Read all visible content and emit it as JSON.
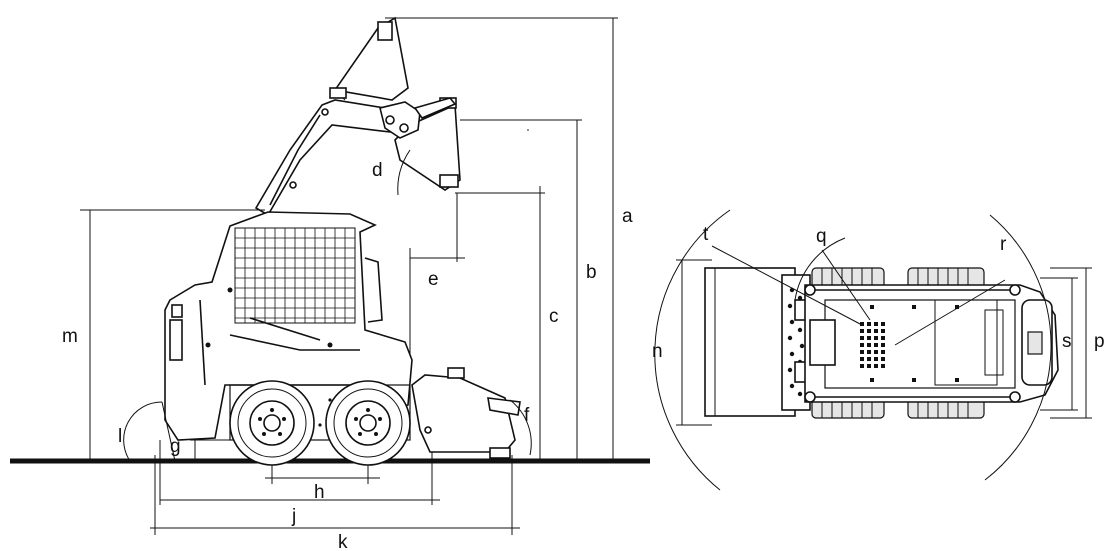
{
  "dimension_labels": {
    "a": "a",
    "b": "b",
    "c": "c",
    "d": "d",
    "e": "e",
    "f": "f",
    "g": "g",
    "h": "h",
    "j": "j",
    "k": "k",
    "l": "l",
    "m": "m",
    "n": "n",
    "p": "p",
    "q": "q",
    "r": "r",
    "s": "s",
    "t": "t"
  },
  "colors": {
    "line": "#111111",
    "background": "#ffffff"
  }
}
